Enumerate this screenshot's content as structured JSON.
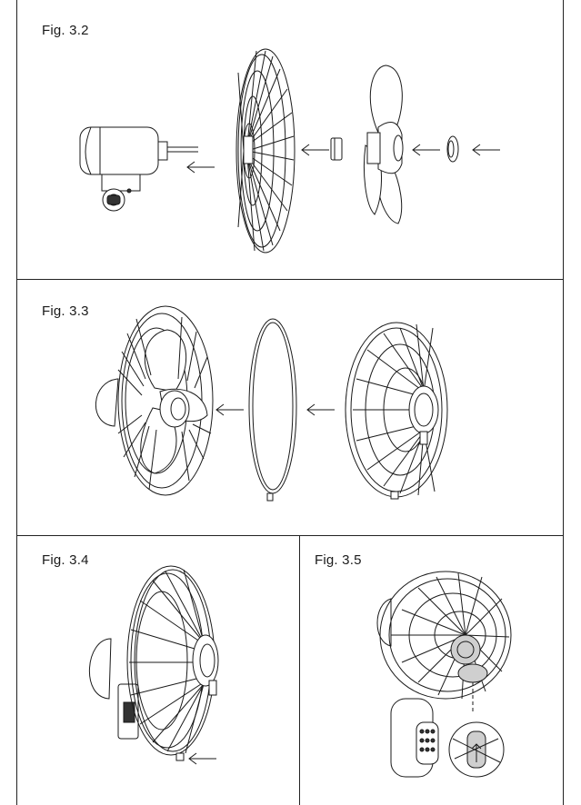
{
  "figures": {
    "fig32": {
      "label": "Fig. 3.2"
    },
    "fig33": {
      "label": "Fig. 3.3"
    },
    "fig34": {
      "label": "Fig. 3.4"
    },
    "fig35": {
      "label": "Fig. 3.5"
    }
  },
  "colors": {
    "line": "#1a1a1a",
    "background": "#ffffff",
    "shade": "#cfcfcf"
  }
}
